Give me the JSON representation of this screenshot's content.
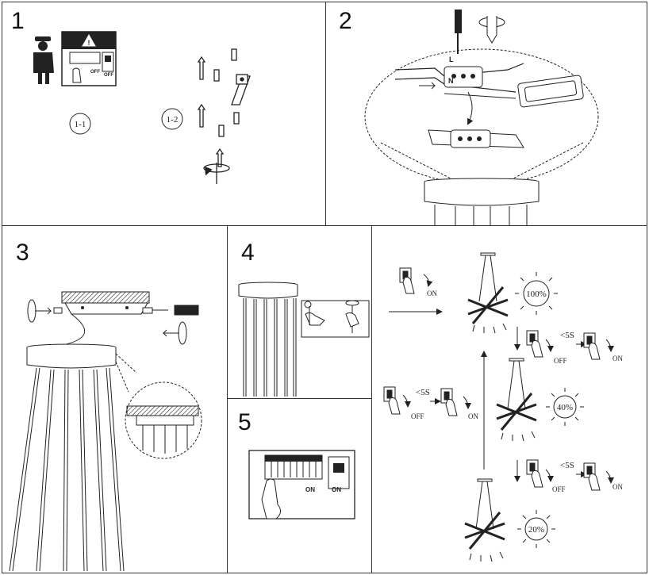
{
  "steps": {
    "step1": {
      "number": "1",
      "sub_a": "1-1",
      "sub_b": "1-2",
      "breaker_off": "OFF",
      "switch_off": "OFF"
    },
    "step2": {
      "number": "2",
      "wire_l": "L",
      "wire_n": "N"
    },
    "step3": {
      "number": "3"
    },
    "step4": {
      "number": "4"
    },
    "step5": {
      "number": "5",
      "breaker_on": "ON",
      "switch_on": "ON"
    }
  },
  "dimming": {
    "on_label": "ON",
    "off_label": "OFF",
    "timing_label": "<5S",
    "levels": [
      "100%",
      "40%",
      "20%"
    ]
  },
  "colors": {
    "line": "#222222",
    "panel_border": "#333333"
  }
}
